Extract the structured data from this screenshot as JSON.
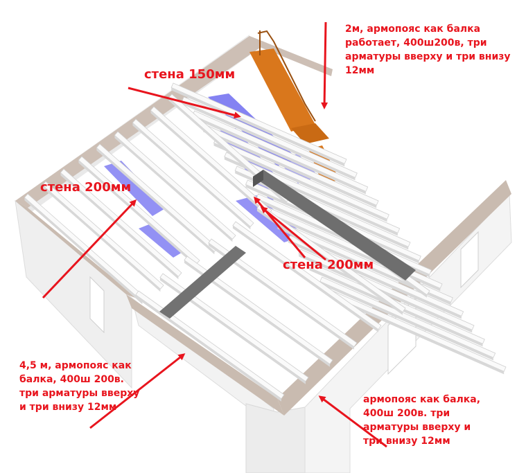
{
  "labels": {
    "wall_150": "стена 150мм",
    "wall_200_left": "стена 200мм",
    "wall_200_center": "стена 200мм",
    "note_top": "2м, армопояс как балка\nработает, 400ш200в, три\nарматуры вверху и три внизу\n12мм",
    "note_left": "4,5 м, армопояс как\nбалка, 400ш 200в.\nтри арматуры вверху\nи три внизу 12мм",
    "note_right": "армопояс как балка,\n400ш 200в. три\nарматуры вверху и\nтри внизу 12мм"
  },
  "colors": {
    "annotation": "#e8141d",
    "wall": "#f1f1f1",
    "ring_beam": "#cdbfb5",
    "joist": "#fafafa",
    "glass": "#6f6cf0",
    "stair": "#d9771c",
    "concrete_beam": "#6e6e6e"
  }
}
